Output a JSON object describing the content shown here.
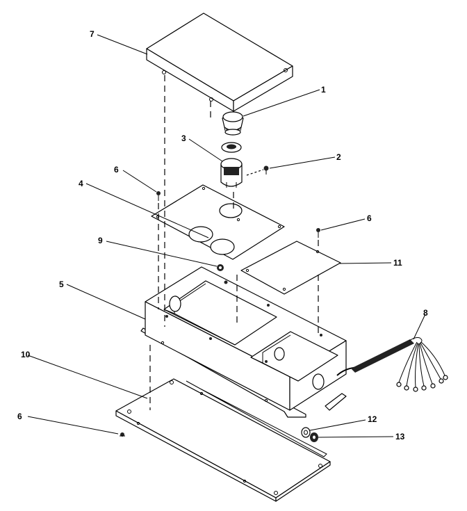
{
  "callouts": {
    "c1": "1",
    "c2": "2",
    "c3": "3",
    "c4": "4",
    "c5": "5",
    "c6a": "6",
    "c6b": "6",
    "c6c": "6",
    "c7": "7",
    "c8": "8",
    "c9": "9",
    "c10": "10",
    "c11": "11",
    "c12": "12",
    "c13": "13"
  },
  "colors": {
    "line": "#000000",
    "background": "#ffffff"
  }
}
